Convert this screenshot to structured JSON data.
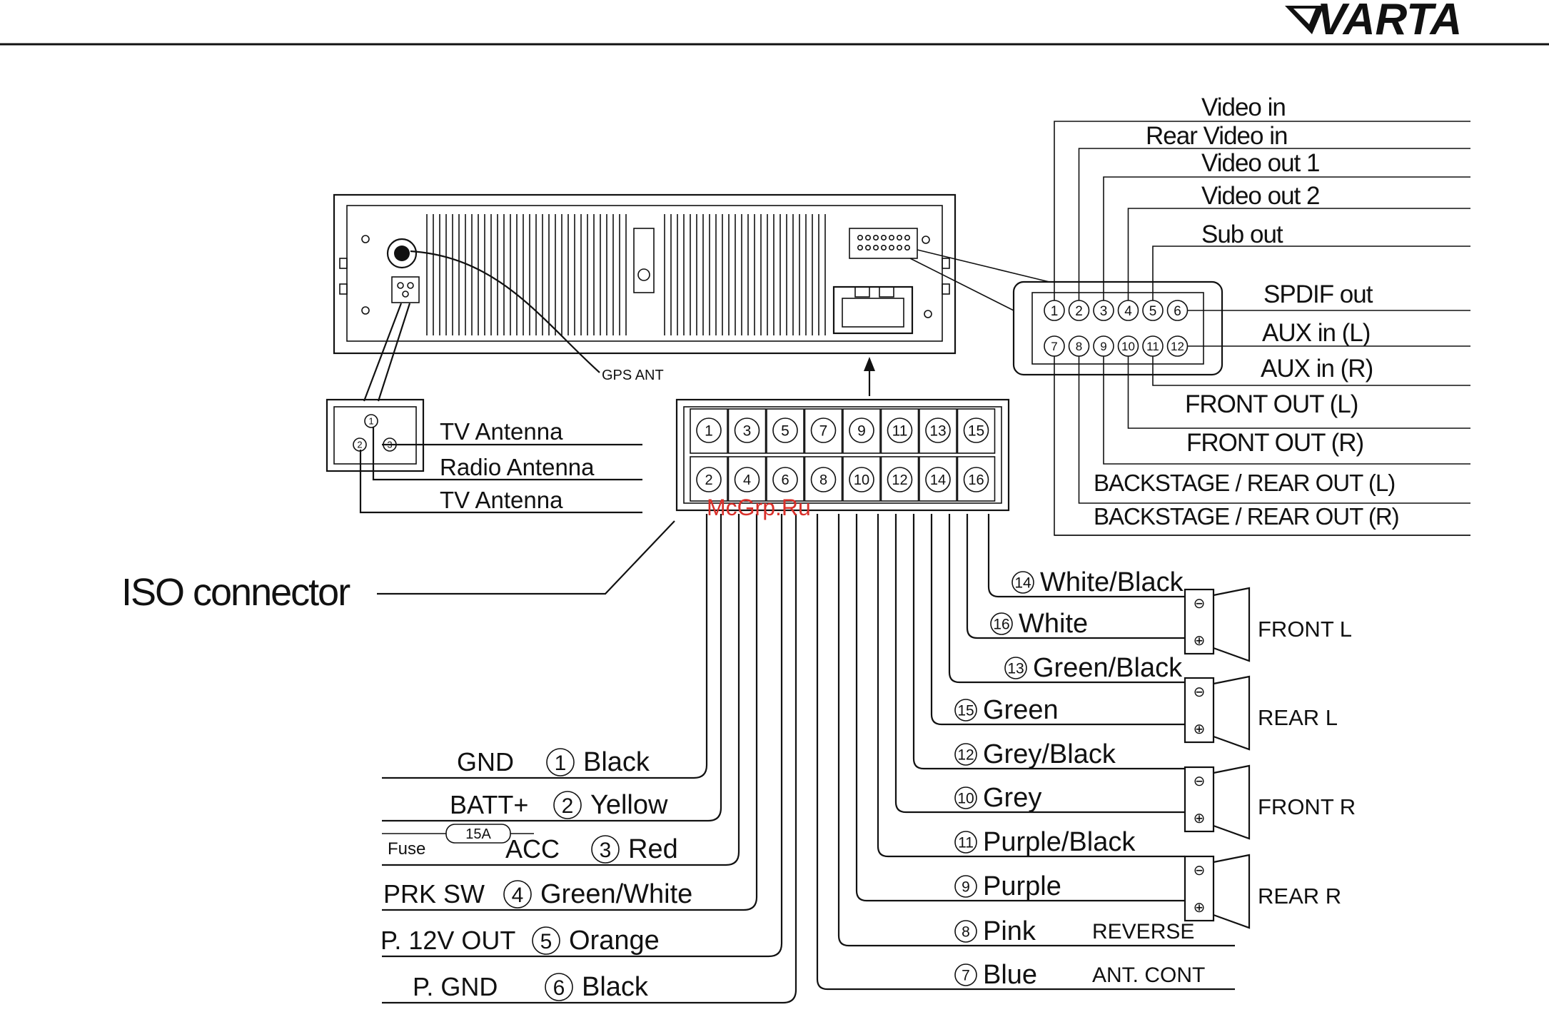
{
  "brand": {
    "logo_text": "VARTA"
  },
  "watermark": "McGrp.Ru",
  "iso_label": "ISO connector",
  "gps_label": "GPS ANT",
  "antenna": {
    "pins": [
      "1",
      "2",
      "3"
    ],
    "labels": [
      "TV Antenna",
      "Radio Antenna",
      "TV Antenna"
    ]
  },
  "av_connector": {
    "top_pins": [
      "1",
      "2",
      "3",
      "4",
      "5",
      "6"
    ],
    "bottom_pins": [
      "7",
      "8",
      "9",
      "10",
      "11",
      "12"
    ],
    "labels": [
      "Video in",
      "Rear Video in",
      "Video out 1",
      "Video out 2",
      "Sub out",
      "SPDIF out",
      "AUX in (L)",
      "AUX in (R)",
      "FRONT  OUT (L)",
      "FRONT  OUT (R)",
      "BACKSTAGE / REAR  OUT (L)",
      "BACKSTAGE / REAR  OUT (R)"
    ]
  },
  "iso_connector": {
    "top_pins": [
      "1",
      "3",
      "5",
      "7",
      "9",
      "11",
      "13",
      "15"
    ],
    "bottom_pins": [
      "2",
      "4",
      "6",
      "8",
      "10",
      "12",
      "14",
      "16"
    ]
  },
  "left_wires": [
    {
      "name": "GND",
      "pin": "1",
      "color": "Black"
    },
    {
      "name": "BATT+",
      "pin": "2",
      "color": "Yellow"
    },
    {
      "name": "ACC",
      "pin": "3",
      "color": "Red"
    },
    {
      "name": "PRK  SW",
      "pin": "4",
      "color": "Green/White"
    },
    {
      "name": "P. 12V  OUT",
      "pin": "5",
      "color": "Orange"
    },
    {
      "name": "P. GND",
      "pin": "6",
      "color": "Black"
    }
  ],
  "fuse": {
    "label": "Fuse",
    "value": "15A"
  },
  "right_wires": [
    {
      "pin": "14",
      "color": "White/Black",
      "note": ""
    },
    {
      "pin": "16",
      "color": "White",
      "note": ""
    },
    {
      "pin": "13",
      "color": "Green/Black",
      "note": ""
    },
    {
      "pin": "15",
      "color": "Green",
      "note": ""
    },
    {
      "pin": "12",
      "color": "Grey/Black",
      "note": ""
    },
    {
      "pin": "10",
      "color": "Grey",
      "note": ""
    },
    {
      "pin": "11",
      "color": "Purple/Black",
      "note": ""
    },
    {
      "pin": "9",
      "color": "Purple",
      "note": ""
    },
    {
      "pin": "8",
      "color": "Pink",
      "note": "REVERSE"
    },
    {
      "pin": "7",
      "color": "Blue",
      "note": "ANT. CONT"
    }
  ],
  "speakers": [
    {
      "label": "FRONT  L",
      "minus": "⊖",
      "plus": "⊕"
    },
    {
      "label": "REAR  L",
      "minus": "⊖",
      "plus": "⊕"
    },
    {
      "label": "FRONT  R",
      "minus": "⊖",
      "plus": "⊕"
    },
    {
      "label": "REAR  R",
      "minus": "⊖",
      "plus": "⊕"
    }
  ]
}
